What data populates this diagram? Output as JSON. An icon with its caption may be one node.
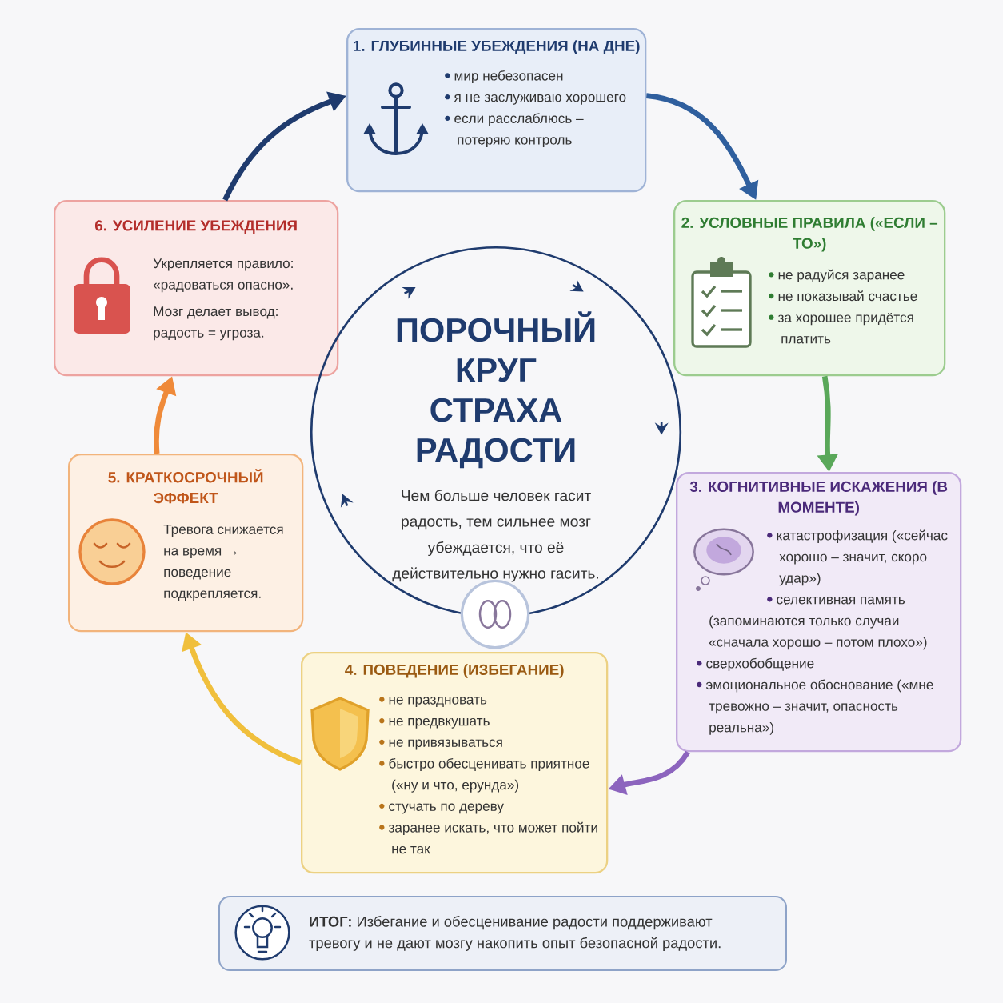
{
  "diagram": {
    "nodes": [
      {
        "text": [
          "1. ГЛУБИННЫЕ УБЕЖДЕНИЯ (НА ДНЕ)",
          "мир небезопасен",
          "я не заслуживаю хорошего",
          "если расслаблюсь – потеряю контроль"
        ]
      },
      {
        "text": [
          "2. УСЛОВНЫЕ ПРАВИЛА («ЕСЛИ – ТО»)",
          "не радуйся заранее",
          "не показывай счастье",
          "за хорошее придётся платить"
        ]
      },
      {
        "text": [
          "3. КОГНИТИВНЫЕ ИСКАЖЕНИЯ (В МОМЕНТЕ)",
          "катастрофизация («сейчас хорошо – значит, скоро удар»)",
          "селективная память (запоминаются только случаи «сначала хорошо – потом плохо»)",
          "сверхобобщение",
          "эмоциональное обоснование («мне тревожно – значит, опасность реальна»)"
        ]
      },
      {
        "text": [
          "4. ПОВЕДЕНИЕ (ИЗБЕГАНИЕ)",
          "не праздновать",
          "не предвкушать",
          "не привязываться",
          "быстро обесценивать приятное («ну и что, ерунда»)",
          "стучать по дереву",
          "заранее искать, что может пойти не так"
        ]
      },
      {
        "text": [
          "5. КРАТКОСРОЧНЫЙ ЭФФЕКТ",
          "Тревога снижается на время → поведение подкрепляется."
        ]
      },
      {
        "text": [
          "6. УСИЛЕНИЕ УБЕЖДЕНИЯ",
          "Укрепляется правило: «радоваться опасно».",
          "Мозг делает вывод: радость = угроза."
        ]
      },
      {
        "text": [
          "ПОРОЧНЫЙ КРУГ СТРАХА РАДОСТИ",
          "Чем больше человек гасит радость, тем сильнее мозг убеждается, что её действительно нужно гасить."
        ]
      },
      {
        "text": [
          "**ИТОГ:** Избегание и обесценивание радости поддерживают тревогу и не дают мозгу накопить опыт безопасной радости."
        ]
      }
    ],
    "edges": [
      {
        "from": 0,
        "to": 1,
        "arrow": "to",
        "color": "#2f5f9e"
      },
      {
        "from": 1,
        "to": 2,
        "arrow": "to",
        "color": "#5aa85a"
      },
      {
        "from": 2,
        "to": 3,
        "arrow": "to",
        "color": "#8c64be"
      },
      {
        "from": 3,
        "to": 4,
        "arrow": "to",
        "color": "#f0bf3c"
      },
      {
        "from": 4,
        "to": 5,
        "arrow": "to",
        "color": "#ef8a3a"
      },
      {
        "from": 5,
        "to": 0,
        "arrow": "to",
        "color": "#1f3b6e"
      }
    ]
  }
}
